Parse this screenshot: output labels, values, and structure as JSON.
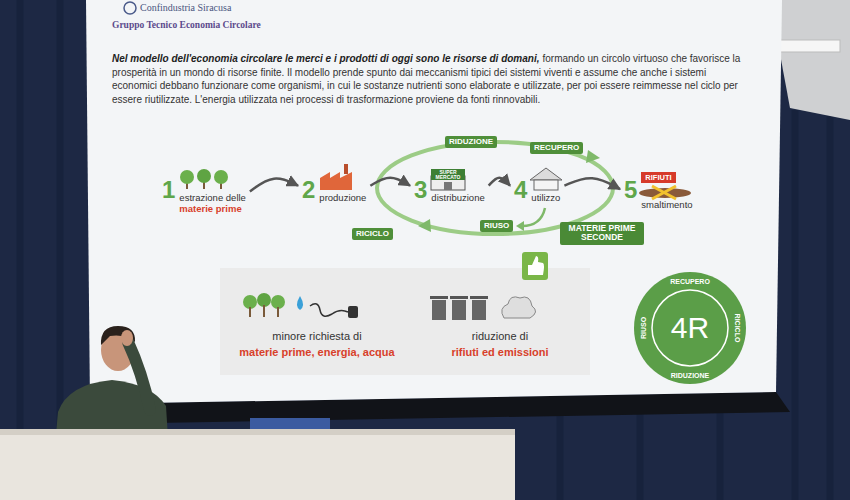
{
  "diagram": {
    "nodes": [
      {
        "text": [
          "1",
          "estrazione delle",
          "materie prime"
        ]
      },
      {
        "text": [
          "2",
          "produzione"
        ]
      },
      {
        "text": [
          "3",
          "distribuzione"
        ]
      },
      {
        "text": [
          "4",
          "utilizzo"
        ]
      },
      {
        "text": [
          "5",
          "RIFIUTI",
          "smaltimento"
        ]
      },
      {
        "text": [
          "RIDUZIONE"
        ]
      },
      {
        "text": [
          "RECUPERO"
        ]
      },
      {
        "text": [
          "RIUSO"
        ]
      },
      {
        "text": [
          "RICICLO"
        ]
      },
      {
        "text": [
          "MATERIE PRIME SECONDE"
        ]
      },
      {
        "text": [
          "4R",
          "RECUPERO",
          "RICICLO",
          "RIDUZIONE",
          "RIUSO"
        ]
      }
    ],
    "edges": [
      {
        "from": 0,
        "to": 1,
        "arrow": "to"
      },
      {
        "from": 1,
        "to": 2,
        "arrow": "to"
      },
      {
        "from": 2,
        "to": 3,
        "arrow": "to"
      },
      {
        "from": 3,
        "to": 4,
        "arrow": "to"
      }
    ],
    "labels": [
      "Confindustria Siracusa",
      "Gruppo Tecnico Economia Circolare",
      "Nel modello dell'economia circolare le merci e i prodotti di oggi sono le risorse di domani,",
      "formando un circolo virtuoso che favorisce la prosperità in un mondo di risorse finite. Il modello prende spunto dai meccanismi tipici dei sistemi viventi e assume che anche i sistemi economici debbano funzionare come organismi, in cui le sostanze nutrienti sono elaborate e utilizzate, per poi essere reimmesse nel ciclo per essere riutilizzate. L'energia utilizzata nei processi di trasformazione proviene da fonti rinnovabili.",
      "minore richiesta di",
      "materie prime, energia, acqua",
      "riduzione di",
      "rifiuti ed emissioni",
      "SUPER MERCATO"
    ]
  }
}
